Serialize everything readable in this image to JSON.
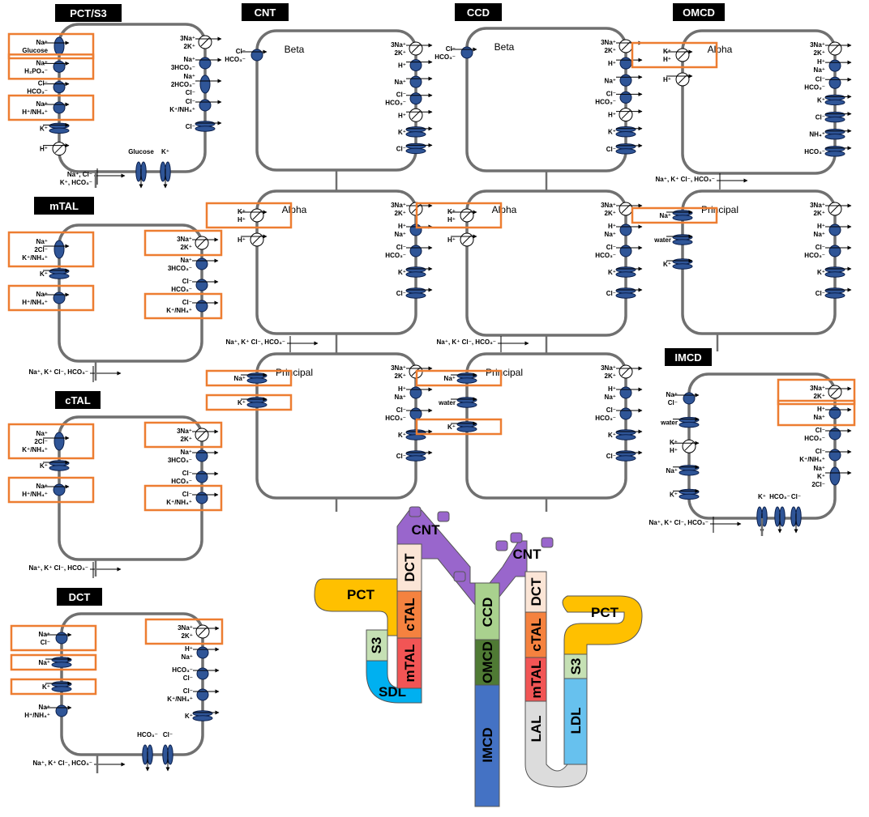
{
  "colors": {
    "cell_border": "#707070",
    "highlight_box": "#ed7d31",
    "transporter_fill": "#2f5597",
    "transporter_stroke": "#0a1e4a",
    "pct": "#ffc000",
    "s3": "#c5e0b4",
    "sdl": "#00b0f0",
    "ldl": "#67c1ee",
    "thin_limb": "#dcdcdc",
    "mtal": "#f25555",
    "ctal": "#f5823f",
    "dct": "#fbe5d6",
    "cnt": "#9966cc",
    "ccd": "#a9d18e",
    "omcd": "#4f7a34",
    "imcd": "#4472c4"
  },
  "tags": {
    "pct_s3": "PCT/S3",
    "cnt": "CNT",
    "ccd": "CCD",
    "omcd": "OMCD",
    "mtal": "mTAL",
    "ctal": "cTAL",
    "dct": "DCT",
    "imcd": "IMCD"
  },
  "cell_names": {
    "cnt_beta": "Beta",
    "cnt_alpha": "Alpha",
    "cnt_principal": "Principal",
    "ccd_beta": "Beta",
    "ccd_alpha": "Alpha",
    "ccd_principal": "Principal",
    "omcd_alpha": "Alpha",
    "omcd_principal": "Principal"
  },
  "para": {
    "pct": "Na⁺, Cl⁻|K⁺, HCO₃⁻",
    "mtal": "Na⁺, K⁺ Cl⁻, HCO₃⁻",
    "ctal": "Na⁺, K⁺ Cl⁻, HCO₃⁻",
    "dct": "Na⁺, K⁺ Cl⁻, HCO₃⁻",
    "cnt": "Na⁺, K⁺ Cl⁻, HCO₃⁻",
    "ccd": "Na⁺, K⁺ Cl⁻, HCO₃⁻",
    "omcd": "Na⁺, K⁺ Cl⁻, HCO₃⁻",
    "imcd": "Na⁺, K⁺ Cl⁻, HCO₃⁻"
  },
  "apical": {
    "pct": [
      {
        "label": "Na⁺|Glucose",
        "kind": "oval",
        "hl": true
      },
      {
        "label": "Na⁺|H₂PO₄⁻",
        "kind": "circle",
        "hl": true
      },
      {
        "label": "Cl⁻|HCO₃⁻",
        "kind": "circle",
        "hl": false
      },
      {
        "label": "Na⁺|H⁺/NH₄⁺",
        "kind": "circle",
        "hl": true
      },
      {
        "label": "K⁺",
        "kind": "disk",
        "hl": false
      },
      {
        "label": "H⁺",
        "kind": "pump",
        "hl": false
      }
    ],
    "mtal": [
      {
        "label": "Na⁺|2Cl⁻|K⁺/NH₄⁺",
        "kind": "oval",
        "hl": true
      },
      {
        "label": "K⁺",
        "kind": "disk",
        "hl": false
      },
      {
        "label": "Na⁺|H⁺/NH₄⁺",
        "kind": "circle",
        "hl": true
      }
    ],
    "ctal": [
      {
        "label": "Na⁺|2Cl⁻|K⁺/NH₄⁺",
        "kind": "oval",
        "hl": true
      },
      {
        "label": "K⁺",
        "kind": "disk",
        "hl": false
      },
      {
        "label": "Na⁺|H⁺/NH₄⁺",
        "kind": "circle",
        "hl": true
      }
    ],
    "dct": [
      {
        "label": "Na⁺|Cl⁻",
        "kind": "circle",
        "hl": true
      },
      {
        "label": "Na⁺",
        "kind": "disk",
        "hl": true
      },
      {
        "label": "K⁺",
        "kind": "disk",
        "hl": true
      },
      {
        "label": "Na⁺|H⁺/NH₄⁺",
        "kind": "circle",
        "hl": false
      }
    ],
    "cnt_beta": [
      {
        "label": "Cl⁻|HCO₃⁻",
        "kind": "circle",
        "hl": false
      }
    ],
    "cnt_alpha": [
      {
        "label": "K⁺|H⁺",
        "kind": "pump",
        "hl": true
      },
      {
        "label": "H⁺",
        "kind": "pump",
        "hl": false
      }
    ],
    "cnt_principal": [
      {
        "label": "Na⁺",
        "kind": "disk",
        "hl": true
      },
      {
        "label": "K⁺",
        "kind": "disk",
        "hl": true
      }
    ],
    "ccd_beta": [
      {
        "label": "Cl⁻|HCO₃⁻",
        "kind": "circle",
        "hl": false
      }
    ],
    "ccd_alpha": [
      {
        "label": "K⁺|H⁺",
        "kind": "pump",
        "hl": true
      },
      {
        "label": "H⁺",
        "kind": "pump",
        "hl": false
      }
    ],
    "ccd_principal": [
      {
        "label": "Na⁺",
        "kind": "disk",
        "hl": true
      },
      {
        "label": "water",
        "kind": "disk",
        "hl": false
      },
      {
        "label": "K⁺",
        "kind": "disk",
        "hl": true
      }
    ],
    "omcd_alpha": [
      {
        "label": "K⁺|H⁺",
        "kind": "pump",
        "hl": true
      },
      {
        "label": "H⁺",
        "kind": "pump",
        "hl": false
      }
    ],
    "omcd_principal": [
      {
        "label": "Na⁺",
        "kind": "disk",
        "hl": true
      },
      {
        "label": "water",
        "kind": "disk",
        "hl": false
      },
      {
        "label": "K⁺",
        "kind": "disk",
        "hl": false
      }
    ],
    "imcd": [
      {
        "label": "Na⁺|Cl⁻",
        "kind": "circle",
        "hl": false
      },
      {
        "label": "water",
        "kind": "disk",
        "hl": false
      },
      {
        "label": "K⁺|H⁺",
        "kind": "pump",
        "hl": false
      },
      {
        "label": "Na⁺",
        "kind": "disk",
        "hl": false
      },
      {
        "label": "K⁺",
        "kind": "disk",
        "hl": false
      }
    ]
  },
  "basolateral": {
    "pct": [
      {
        "label": "3Na⁺|2K⁺",
        "kind": "pump",
        "hl": false
      },
      {
        "label": "Na⁺|3HCO₃⁻",
        "kind": "circle",
        "hl": false
      },
      {
        "label": "Na⁺|2HCO₃⁻|Cl⁻",
        "kind": "oval",
        "hl": false
      },
      {
        "label": "Cl⁻|K⁺/NH₄⁺",
        "kind": "circle",
        "hl": false
      },
      {
        "label": "Cl⁻",
        "kind": "disk",
        "hl": false
      }
    ],
    "mtal": [
      {
        "label": "3Na⁺|2K⁺",
        "kind": "pump",
        "hl": true
      },
      {
        "label": "Na⁺|3HCO₃⁻",
        "kind": "circle",
        "hl": false
      },
      {
        "label": "Cl⁻|HCO₃⁻",
        "kind": "circle",
        "hl": false
      },
      {
        "label": "Cl⁻|K⁺/NH₄⁺",
        "kind": "circle",
        "hl": true
      }
    ],
    "ctal": [
      {
        "label": "3Na⁺|2K⁺",
        "kind": "pump",
        "hl": true
      },
      {
        "label": "Na⁺|3HCO₃⁻",
        "kind": "circle",
        "hl": false
      },
      {
        "label": "Cl⁻|HCO₃⁻",
        "kind": "circle",
        "hl": false
      },
      {
        "label": "Cl⁻|K⁺/NH₄⁺",
        "kind": "circle",
        "hl": true
      }
    ],
    "dct": [
      {
        "label": "3Na⁺|2K⁺",
        "kind": "pump",
        "hl": true
      },
      {
        "label": "H⁺|Na⁺",
        "kind": "circle",
        "hl": false
      },
      {
        "label": "HCO₃⁻|Cl⁻",
        "kind": "circle",
        "hl": false
      },
      {
        "label": "Cl⁻|K⁺/NH₄⁺",
        "kind": "circle",
        "hl": false
      },
      {
        "label": "K⁺",
        "kind": "disk",
        "hl": false
      }
    ],
    "cnt_beta": [
      {
        "label": "3Na⁺|2K⁺",
        "kind": "pump",
        "hl": false
      },
      {
        "label": "H⁺",
        "kind": "circle",
        "hl": false
      },
      {
        "label": "Na⁺",
        "kind": "circle",
        "hl": false
      },
      {
        "label": "Cl⁻|HCO₃⁻",
        "kind": "circle",
        "hl": false
      },
      {
        "label": "H⁺",
        "kind": "pump",
        "hl": false
      },
      {
        "label": "K⁺",
        "kind": "disk",
        "hl": false
      },
      {
        "label": "Cl⁻",
        "kind": "disk",
        "hl": false
      }
    ],
    "cnt_alpha": [
      {
        "label": "3Na⁺|2K⁺",
        "kind": "pump",
        "hl": false
      },
      {
        "label": "H⁺|Na⁺",
        "kind": "circle",
        "hl": false
      },
      {
        "label": "Cl⁻|HCO₃⁻",
        "kind": "circle",
        "hl": false
      },
      {
        "label": "K⁺",
        "kind": "disk",
        "hl": false
      },
      {
        "label": "Cl⁻",
        "kind": "disk",
        "hl": false
      }
    ],
    "cnt_principal": [
      {
        "label": "3Na⁺|2K⁺",
        "kind": "pump",
        "hl": false
      },
      {
        "label": "H⁺|Na⁺",
        "kind": "circle",
        "hl": false
      },
      {
        "label": "Cl⁻|HCO₃⁻",
        "kind": "circle",
        "hl": false
      },
      {
        "label": "K⁺",
        "kind": "disk",
        "hl": false
      },
      {
        "label": "Cl⁻",
        "kind": "disk",
        "hl": false
      }
    ],
    "ccd_beta": [
      {
        "label": "3Na⁺|2K⁺",
        "kind": "pump",
        "hl": false
      },
      {
        "label": "H⁺",
        "kind": "circle",
        "hl": false
      },
      {
        "label": "Na⁺",
        "kind": "circle",
        "hl": false
      },
      {
        "label": "Cl⁻|HCO₃⁻",
        "kind": "circle",
        "hl": false
      },
      {
        "label": "H⁺",
        "kind": "pump",
        "hl": false
      },
      {
        "label": "K⁺",
        "kind": "disk",
        "hl": false
      },
      {
        "label": "Cl⁻",
        "kind": "disk",
        "hl": false
      }
    ],
    "ccd_alpha": [
      {
        "label": "3Na⁺|2K⁺",
        "kind": "pump",
        "hl": false
      },
      {
        "label": "H⁺|Na⁺",
        "kind": "circle",
        "hl": false
      },
      {
        "label": "Cl⁻|HCO₃⁻",
        "kind": "circle",
        "hl": false
      },
      {
        "label": "K⁺",
        "kind": "disk",
        "hl": false
      },
      {
        "label": "Cl⁻",
        "kind": "disk",
        "hl": false
      }
    ],
    "ccd_principal": [
      {
        "label": "3Na⁺|2K⁺",
        "kind": "pump",
        "hl": false
      },
      {
        "label": "H⁺|Na⁺",
        "kind": "circle",
        "hl": false
      },
      {
        "label": "Cl⁻|HCO₃⁻",
        "kind": "circle",
        "hl": false
      },
      {
        "label": "K⁺",
        "kind": "disk",
        "hl": false
      },
      {
        "label": "Cl⁻",
        "kind": "disk",
        "hl": false
      }
    ],
    "omcd_alpha": [
      {
        "label": "3Na⁺|2K⁺",
        "kind": "pump",
        "hl": false
      },
      {
        "label": "H⁺|Na⁺",
        "kind": "circle",
        "hl": false
      },
      {
        "label": "Cl⁻|HCO₃⁻",
        "kind": "circle",
        "hl": false
      },
      {
        "label": "K⁺",
        "kind": "disk",
        "hl": false
      },
      {
        "label": "Cl⁻",
        "kind": "disk",
        "hl": false
      },
      {
        "label": "NH₄⁺",
        "kind": "disk",
        "hl": false
      },
      {
        "label": "HCO₃⁻",
        "kind": "disk",
        "hl": false
      }
    ],
    "omcd_principal": [
      {
        "label": "3Na⁺|2K⁺",
        "kind": "pump",
        "hl": false
      },
      {
        "label": "H⁺|Na⁺",
        "kind": "circle",
        "hl": false
      },
      {
        "label": "Cl⁻|HCO₃⁻",
        "kind": "circle",
        "hl": false
      },
      {
        "label": "K⁺",
        "kind": "disk",
        "hl": false
      },
      {
        "label": "Cl⁻",
        "kind": "disk",
        "hl": false
      }
    ],
    "imcd": [
      {
        "label": "3Na⁺|2K⁺",
        "kind": "pump",
        "hl": true
      },
      {
        "label": "H⁺|Na⁺",
        "kind": "circle",
        "hl": true
      },
      {
        "label": "Cl⁻|HCO₃⁻",
        "kind": "circle",
        "hl": false
      },
      {
        "label": "Cl⁻|K⁺/NH₄⁺",
        "kind": "circle",
        "hl": false
      },
      {
        "label": "Na⁺|K⁺|2Cl⁻",
        "kind": "oval",
        "hl": false
      }
    ]
  },
  "bottom_channels": {
    "pct": [
      {
        "label": "Glucose"
      },
      {
        "label": "K⁺"
      }
    ],
    "dct": [
      {
        "label": "HCO₃⁻"
      },
      {
        "label": "Cl⁻"
      }
    ],
    "imcd": [
      {
        "label": "K⁺"
      },
      {
        "label": "HCO₃⁻"
      },
      {
        "label": "Cl⁻"
      }
    ]
  },
  "nephron_labels": {
    "pct_left": "PCT",
    "s3_left": "S3",
    "sdl": "SDL",
    "mtal_left": "mTAL",
    "ctal_left": "cTAL",
    "dct_left": "DCT",
    "cnt_left": "CNT",
    "ccd": "CCD",
    "omcd": "OMCD",
    "imcd": "IMCD",
    "cnt_right": "CNT",
    "dct_right": "DCT",
    "ctal_right": "cTAL",
    "mtal_right": "mTAL",
    "lal": "LAL",
    "ldl": "LDL",
    "s3_right": "S3",
    "pct_right": "PCT"
  }
}
